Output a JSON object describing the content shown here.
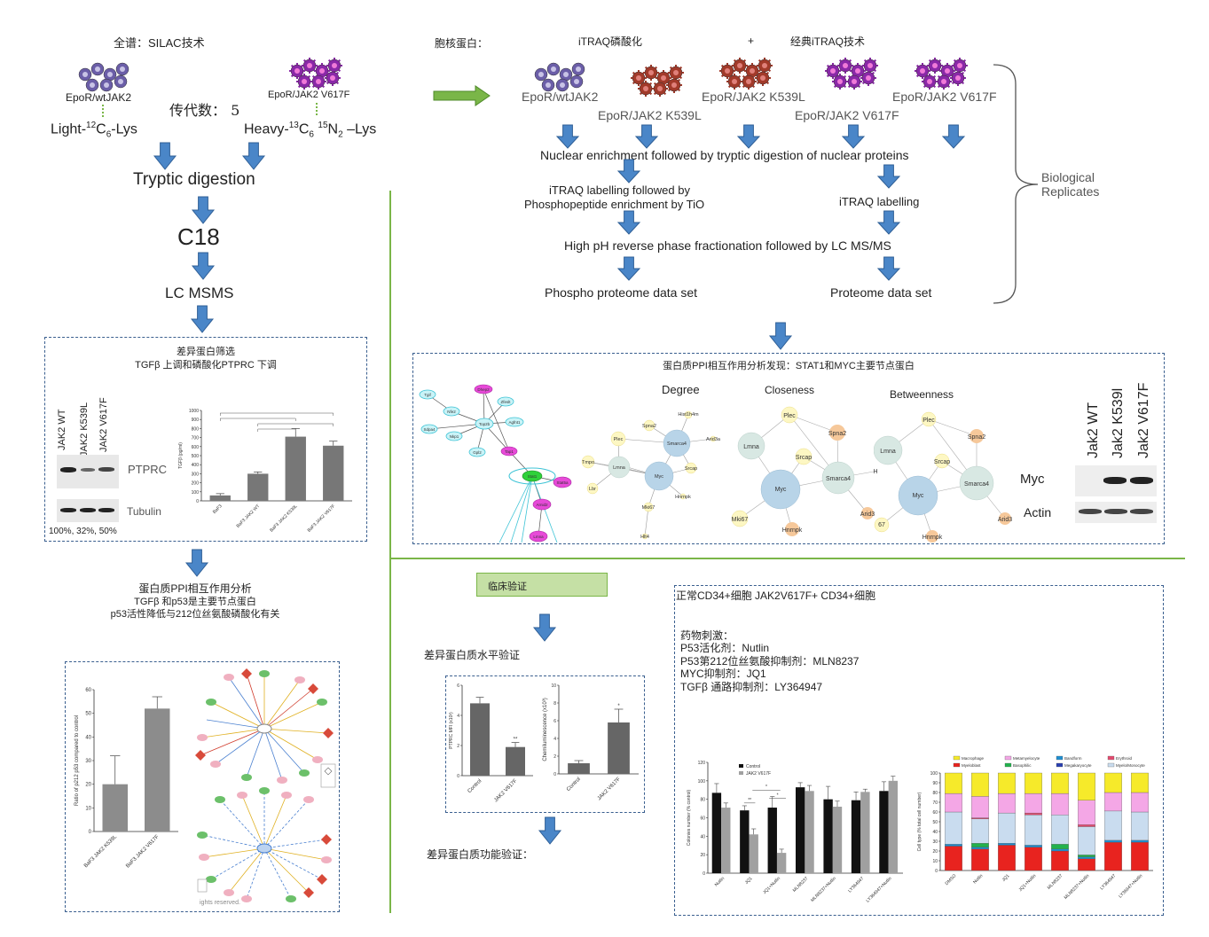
{
  "left": {
    "title": "全谱：SILAC技术",
    "cell_wt": "EpoR/wtJAK2",
    "cell_v617f": "EpoR/JAK2 V617F",
    "passages": "传代数：  5",
    "light_label": "Light-",
    "light_sup": "12",
    "light_c": "C",
    "light_sub": "6",
    "light_end": "-Lys",
    "heavy_label": "Heavy-",
    "heavy_sup1": "13",
    "heavy_c": "C",
    "heavy_sub": "6",
    "heavy_sup2": "15",
    "heavy_n": "N",
    "heavy_sub2": "2",
    "heavy_end": "–Lys",
    "step1": "Tryptic digestion",
    "step2": "C18",
    "step3": "LC MSMS",
    "screen_title1": "差异蛋白筛选",
    "screen_title2": "TGFβ 上调和磷酸化PTPRC 下调",
    "wb_lanes": [
      "JAK2 WT",
      "JAK2 K539L",
      "JAK2 V617F"
    ],
    "wb_ptprc": "PTPRC",
    "wb_tubulin": "Tubulin",
    "wb_percent": "100%, 32%, 50%",
    "ppi_title1": "蛋白质PPI相互作用分析",
    "ppi_title2": "TGFβ 和p53是主要节点蛋白",
    "ppi_title3": "p53活性降低与212位丝氨酸磷酸化有关",
    "copyright": "ights reserved."
  },
  "tgf_chart": {
    "type": "bar",
    "ylabel": "TGFβ (pg/ml)",
    "ylim": [
      0,
      1000
    ],
    "yticks": [
      "0",
      "100",
      "200",
      "300",
      "400",
      "500",
      "600",
      "700",
      "800",
      "900",
      "1000"
    ],
    "categories": [
      "BaF3",
      "BaF3 JAK2 WT",
      "BaF3 JAK2 K539L",
      "BaF3 JAK2 V617F"
    ],
    "values": [
      60,
      300,
      710,
      610
    ],
    "errors": [
      20,
      20,
      90,
      50
    ]
  },
  "p53_chart": {
    "type": "bar",
    "ylabel": "Ratio of p212 p53 compared to control",
    "ylim": [
      0,
      60
    ],
    "yticks": [
      "0",
      "10",
      "20",
      "30",
      "40",
      "50",
      "60"
    ],
    "categories": [
      "BaF3 JAK2 K539L",
      "BaF3 JAK2 V617F"
    ],
    "values": [
      20,
      52
    ],
    "errors": [
      12,
      5
    ]
  },
  "right": {
    "nuclear_title": "胞核蛋白：",
    "itraq_phos": "iTRAQ磷酸化",
    "plus": "+",
    "itraq_classic": "经典iTRAQ技术",
    "cells_top": [
      "EpoR/wtJAK2",
      "EpoR/JAK2 K539L",
      "EpoR/JAK2 V617F"
    ],
    "cells_bottom": [
      "EpoR/JAK2 K539L",
      "EpoR/JAK2 V617F"
    ],
    "step_enrich": "Nuclear  enrichment  followed  by  tryptic  digestion  of  nuclear  proteins",
    "step_label1a": "iTRAQ labelling followed by",
    "step_label1b": "Phosphopeptide enrichment  by TiO",
    "step_label2": "iTRAQ labelling",
    "step_hph": "High pH reverse phase fractionation followed by LC MS/MS",
    "out_phos": "Phospho proteome data set",
    "out_prot": "Proteome data set",
    "bio1": "Biological",
    "bio2": "Replicates",
    "ppi_find": "蛋白质PPI相互作用分析发现：STAT1和MYC主要节点蛋白",
    "degree": "Degree",
    "closeness": "Closeness",
    "betweenness": "Betweenness",
    "wb_lanes": [
      "Jak2 WT",
      "Jak2 K539l",
      "Jak2 V617F"
    ],
    "wb_myc": "Myc",
    "wb_actin": "Actin"
  },
  "network_labels": {
    "left": [
      "Tgif",
      "Nfe2",
      "Dhep2",
      "Zfeslt",
      "Sdpa4",
      "Top2b",
      "Agfnt1",
      "Nkp1",
      "Gpl2",
      "Tap1",
      "Stat1",
      "Stat5a",
      "Arnid2",
      "Lmna"
    ],
    "degree": [
      "Hist1h4m",
      "Spna2",
      "Plec",
      "Smarca4",
      "Arid3a",
      "Tmpo",
      "Lmna",
      "Srcap",
      "Lbr",
      "Myc",
      "Hnrnpk",
      "Mki67",
      "Hlt4"
    ],
    "closeness": [
      "Plec",
      "Spna2",
      "Lmna",
      "Srcap",
      "Smarca4",
      "H",
      "Myc",
      "Arid3",
      "Mki67",
      "Hnrnpk"
    ],
    "betweenness": [
      "Plec",
      "Spna2",
      "Lmna",
      "Srcap",
      "Smarca4",
      "Myc",
      "Arid3",
      "67",
      "Hnrnpk"
    ]
  },
  "clinic": {
    "tag": "临床验证",
    "level": "差异蛋白质水平验证",
    "function": "差异蛋白质功能验证：",
    "cd34": "正常CD34+细胞    JAK2V617F+ CD34+细胞",
    "drugs": [
      "药物刺激：",
      "P53活化剂：Nutlin",
      "P53第212位丝氨酸抑制剂：MLN8237",
      "MYC抑制剂：JQ1",
      "TGFβ 通路抑制剂：LY364947"
    ]
  },
  "ptprc_chart": {
    "type": "bar",
    "ylabel": "PTPRC MFI (x10³)",
    "ylim": [
      0,
      6
    ],
    "yticks": [
      "0",
      "2",
      "4",
      "6"
    ],
    "categories": [
      "Control",
      "JAK2 V617F"
    ],
    "values": [
      4.8,
      1.9
    ],
    "errors": [
      0.4,
      0.3
    ],
    "annotation": "**"
  },
  "chemi_chart": {
    "type": "bar",
    "ylabel": "Chemiluminescence (x10³)",
    "ylim": [
      0,
      10
    ],
    "yticks": [
      "0",
      "2",
      "4",
      "6",
      "8",
      "10"
    ],
    "categories": [
      "Control",
      "JAK2 V617F"
    ],
    "values": [
      1.2,
      5.8
    ],
    "errors": [
      0.3,
      1.5
    ],
    "annotation": "*"
  },
  "colony_chart": {
    "type": "bar",
    "ylabel": "Colonies number (% control)",
    "ylim": [
      0,
      120
    ],
    "yticks": [
      "0",
      "20",
      "40",
      "60",
      "80",
      "100",
      "120"
    ],
    "categories": [
      "Nutlin",
      "JQ1",
      "JQ1+Nutlin",
      "MLN8237",
      "MLN8237+Nutlin",
      "LY364947",
      "LY364947+Nutlin"
    ],
    "series": [
      {
        "name": "Control",
        "color": "#111111",
        "values": [
          87,
          68,
          71,
          93,
          80,
          79,
          89
        ],
        "errors": [
          10,
          5,
          12,
          5,
          14,
          9,
          10
        ]
      },
      {
        "name": "JAK2 V617F",
        "color": "#a0a0a0",
        "values": [
          71,
          42,
          22,
          89,
          72,
          88,
          100
        ],
        "errors": [
          5,
          6,
          4,
          6,
          6,
          3,
          5
        ]
      }
    ],
    "annotations": [
      "**",
      "*",
      "*"
    ]
  },
  "celltype_chart": {
    "type": "bar",
    "ylabel": "Cell type (% total cell number)",
    "ylim": [
      0,
      100
    ],
    "yticks": [
      "0",
      "10",
      "20",
      "30",
      "40",
      "50",
      "60",
      "70",
      "80",
      "90",
      "100"
    ],
    "categories": [
      "DMSO",
      "Nutlin",
      "JQ1",
      "JQ1+Nutlin",
      "MLN8237",
      "MLN8237+Nutlin",
      "LY364947",
      "LY36947+Nutlin"
    ],
    "legend": [
      "Macrophage",
      "Metamyelocyte",
      "Bandform",
      "Erythroid",
      "Myeloblast",
      "Basophilic",
      "Megakaryocyte",
      "Myelo/Monocyte"
    ],
    "stack_order": [
      "Myeloblast",
      "Bandform",
      "Megakaryocyte",
      "Basophilic",
      "Myelo/Monocyte",
      "Erythroid",
      "Metamyelocyte",
      "Macrophage"
    ],
    "colors": {
      "Myeloblast": "#e8231f",
      "Bandform": "#1f8fd1",
      "Megakaryocyte": "#2a3fb0",
      "Basophilic": "#22b24c",
      "Myelo/Monocyte": "#c9dcef",
      "Erythroid": "#e34a6f",
      "Metamyelocyte": "#f4a7e6",
      "Macrophage": "#f6ea2a"
    },
    "stacks": [
      {
        "Myeloblast": 25,
        "Bandform": 2,
        "Megakaryocyte": 0,
        "Basophilic": 0,
        "Myelo/Monocyte": 33,
        "Erythroid": 0,
        "Metamyelocyte": 19,
        "Macrophage": 21
      },
      {
        "Myeloblast": 22,
        "Bandform": 2,
        "Megakaryocyte": 0,
        "Basophilic": 4,
        "Myelo/Monocyte": 25,
        "Erythroid": 1,
        "Metamyelocyte": 22,
        "Macrophage": 24
      },
      {
        "Myeloblast": 26,
        "Bandform": 2,
        "Megakaryocyte": 0,
        "Basophilic": 0,
        "Myelo/Monocyte": 31,
        "Erythroid": 0,
        "Metamyelocyte": 20,
        "Macrophage": 21
      },
      {
        "Myeloblast": 24,
        "Bandform": 2,
        "Megakaryocyte": 0,
        "Basophilic": 0,
        "Myelo/Monocyte": 31,
        "Erythroid": 2,
        "Metamyelocyte": 20,
        "Macrophage": 21
      },
      {
        "Myeloblast": 20,
        "Bandform": 2,
        "Megakaryocyte": 0,
        "Basophilic": 5,
        "Myelo/Monocyte": 30,
        "Erythroid": 0,
        "Metamyelocyte": 22,
        "Macrophage": 21
      },
      {
        "Myeloblast": 12,
        "Bandform": 2,
        "Megakaryocyte": 0,
        "Basophilic": 2,
        "Myelo/Monocyte": 29,
        "Erythroid": 2,
        "Metamyelocyte": 25,
        "Macrophage": 28
      },
      {
        "Myeloblast": 29,
        "Bandform": 2,
        "Megakaryocyte": 0,
        "Basophilic": 0,
        "Myelo/Monocyte": 30,
        "Erythroid": 0,
        "Metamyelocyte": 19,
        "Macrophage": 20
      },
      {
        "Myeloblast": 29,
        "Bandform": 2,
        "Megakaryocyte": 0,
        "Basophilic": 0,
        "Myelo/Monocyte": 29,
        "Erythroid": 0,
        "Metamyelocyte": 20,
        "Macrophage": 20
      }
    ]
  }
}
